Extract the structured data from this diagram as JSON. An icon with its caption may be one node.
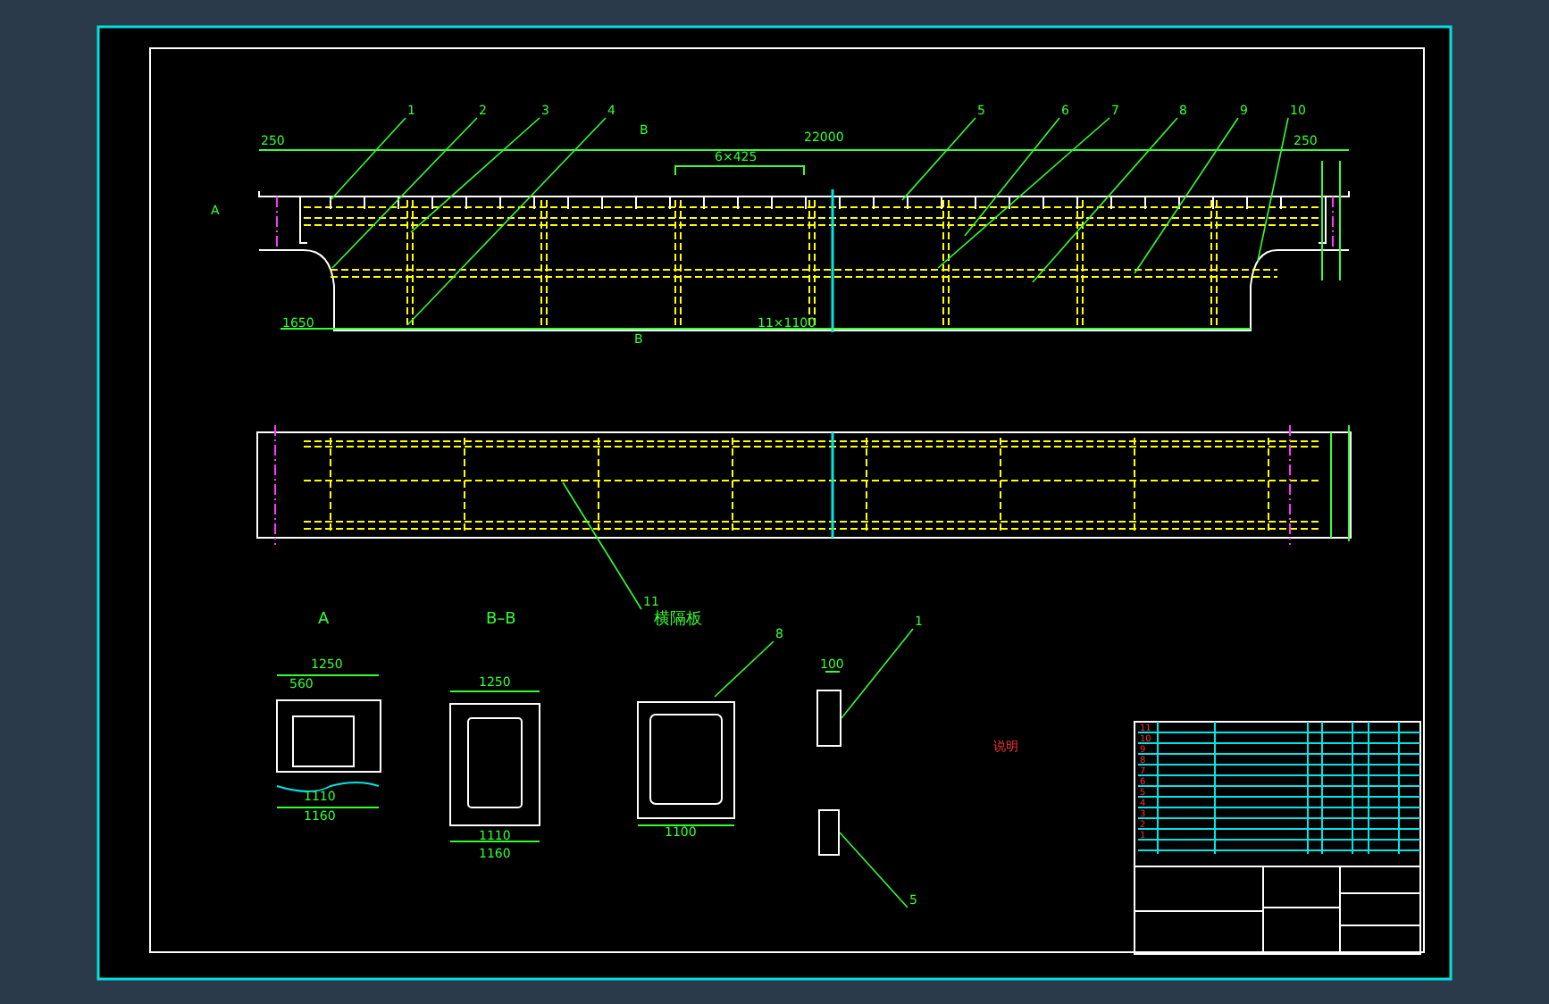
{
  "diagram": {
    "nodes": [
      {
        "text": [
          "1"
        ]
      },
      {
        "text": [
          "2"
        ]
      },
      {
        "text": [
          "3"
        ]
      },
      {
        "text": [
          "4"
        ]
      },
      {
        "text": [
          "5"
        ]
      },
      {
        "text": [
          "6"
        ]
      },
      {
        "text": [
          "7"
        ]
      },
      {
        "text": [
          "8"
        ]
      },
      {
        "text": [
          "9"
        ]
      },
      {
        "text": [
          "10"
        ]
      },
      {
        "text": [
          "11"
        ]
      },
      {
        "text": [
          "8"
        ]
      },
      {
        "text": [
          "1"
        ]
      },
      {
        "text": [
          "5"
        ]
      },
      {
        "text": [],
        "shape": "box"
      },
      {
        "text": [],
        "shape": "box"
      }
    ],
    "edges": [
      {
        "from": 0,
        "to": null,
        "arrow": "none"
      },
      {
        "from": 1,
        "to": null,
        "arrow": "none"
      },
      {
        "from": 2,
        "to": null,
        "arrow": "none"
      },
      {
        "from": 3,
        "to": null,
        "arrow": "none"
      },
      {
        "from": 4,
        "to": null,
        "arrow": "none"
      },
      {
        "from": 5,
        "to": null,
        "arrow": "none"
      },
      {
        "from": 6,
        "to": null,
        "arrow": "none"
      },
      {
        "from": 7,
        "to": null,
        "arrow": "none"
      },
      {
        "from": 8,
        "to": null,
        "arrow": "none"
      },
      {
        "from": 9,
        "to": null,
        "arrow": "none"
      },
      {
        "from": 10,
        "to": null,
        "arrow": "none"
      },
      {
        "from": 11,
        "to": null,
        "arrow": "none"
      },
      {
        "from": 12,
        "to": 14,
        "arrow": "none"
      },
      {
        "from": 13,
        "to": 15,
        "arrow": "none"
      }
    ],
    "labels": [
      "B",
      "250",
      "22000",
      "250",
      "6×425",
      "A",
      "1650",
      "11×1100",
      "B",
      "A",
      "B–B",
      "横隔板",
      "1250",
      "560",
      "1250",
      "1110",
      "1160",
      "1110",
      "1160",
      "1100",
      "100",
      "说明",
      "11",
      "10",
      "9",
      "8",
      "7",
      "6",
      "5",
      "4",
      "3",
      "2",
      "1"
    ]
  }
}
